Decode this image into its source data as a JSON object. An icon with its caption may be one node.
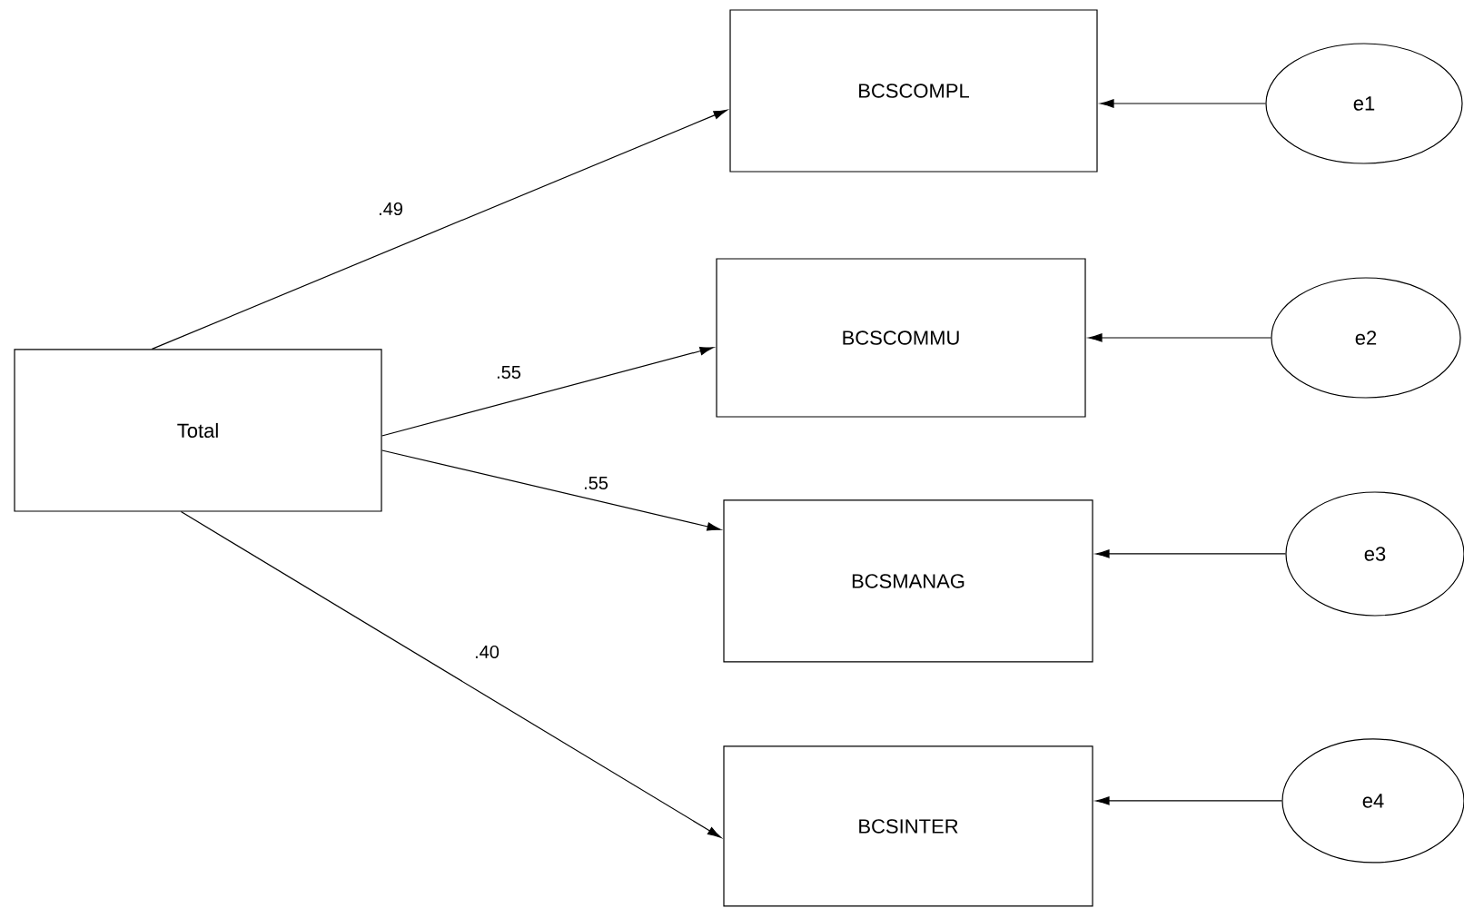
{
  "diagram": {
    "nodes": [
      {
        "text": [
          "Total"
        ]
      },
      {
        "text": [
          "BCSCOMPL"
        ]
      },
      {
        "text": [
          "BCSCOMMU"
        ]
      },
      {
        "text": [
          "BCSMANAG"
        ]
      },
      {
        "text": [
          "BCSINTER"
        ]
      },
      {
        "text": [
          "e1"
        ]
      },
      {
        "text": [
          "e2"
        ]
      },
      {
        "text": [
          "e3"
        ]
      },
      {
        "text": [
          "e4"
        ]
      }
    ],
    "edges": [
      {
        "from": 0,
        "to": 1,
        "arrow": "to",
        "label": ".49"
      },
      {
        "from": 0,
        "to": 2,
        "arrow": "to",
        "label": ".55"
      },
      {
        "from": 0,
        "to": 3,
        "arrow": "to",
        "label": ".55"
      },
      {
        "from": 0,
        "to": 4,
        "arrow": "to",
        "label": ".40"
      },
      {
        "from": 5,
        "to": 1,
        "arrow": "to"
      },
      {
        "from": 6,
        "to": 2,
        "arrow": "to"
      },
      {
        "from": 7,
        "to": 3,
        "arrow": "to"
      },
      {
        "from": 8,
        "to": 4,
        "arrow": "to"
      }
    ]
  }
}
